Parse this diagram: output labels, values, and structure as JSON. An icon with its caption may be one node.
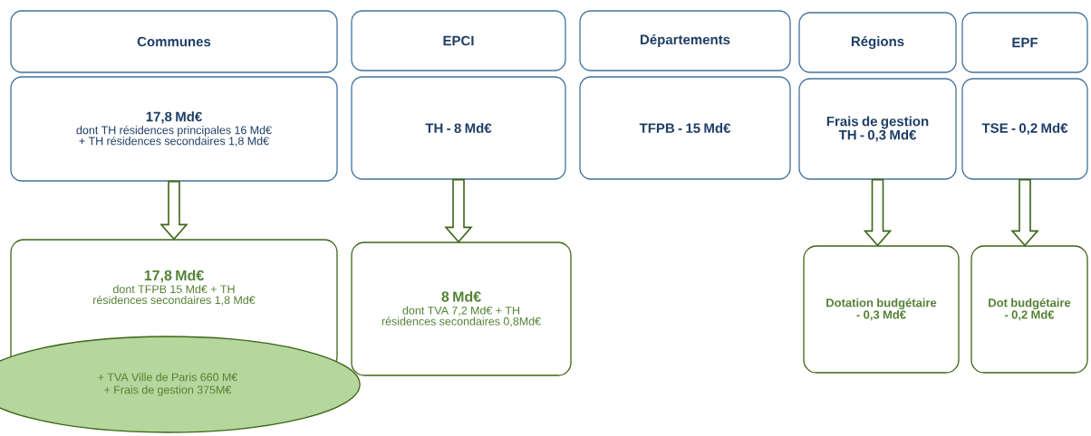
{
  "diagram": {
    "nodes": [
      {
        "text": [
          "Communes"
        ]
      },
      {
        "text": [
          "17,8 Md€",
          "dont TH résidences principales 16 Md€ + TH résidences secondaires 1,8 Md€"
        ]
      },
      {
        "text": [
          "EPCI"
        ]
      },
      {
        "text": [
          "TH - 8 Md€"
        ]
      },
      {
        "text": [
          "Départements"
        ]
      },
      {
        "text": [
          "TFPB - 15 Md€"
        ]
      },
      {
        "text": [
          "Régions"
        ]
      },
      {
        "text": [
          "Frais de gestion TH - 0,3 Md€"
        ]
      },
      {
        "text": [
          "EPF"
        ]
      },
      {
        "text": [
          "TSE - 0,2 Md€"
        ]
      },
      {
        "text": [
          "17,8 Md€",
          "dont TFPB 15 Md€ + TH résidences secondaires 1,8 Md€"
        ]
      },
      {
        "text": [
          "+ TVA Ville de Paris 660 M€",
          "+ Frais de gestion 375M€"
        ]
      },
      {
        "text": [
          "8 Md€",
          "dont TVA 7,2 Md€ + TH résidences secondaires 0,8Md€"
        ]
      },
      {
        "text": [
          "Dotation budgétaire - 0,3 Md€"
        ]
      },
      {
        "text": [
          "Dot budgétaire - 0,2 Md€"
        ]
      }
    ],
    "edges": [
      {
        "from": 1,
        "to": 10,
        "arrow": "to"
      },
      {
        "from": 3,
        "to": 12,
        "arrow": "to"
      },
      {
        "from": 7,
        "to": 13,
        "arrow": "to"
      },
      {
        "from": 9,
        "to": 14,
        "arrow": "to"
      }
    ]
  }
}
